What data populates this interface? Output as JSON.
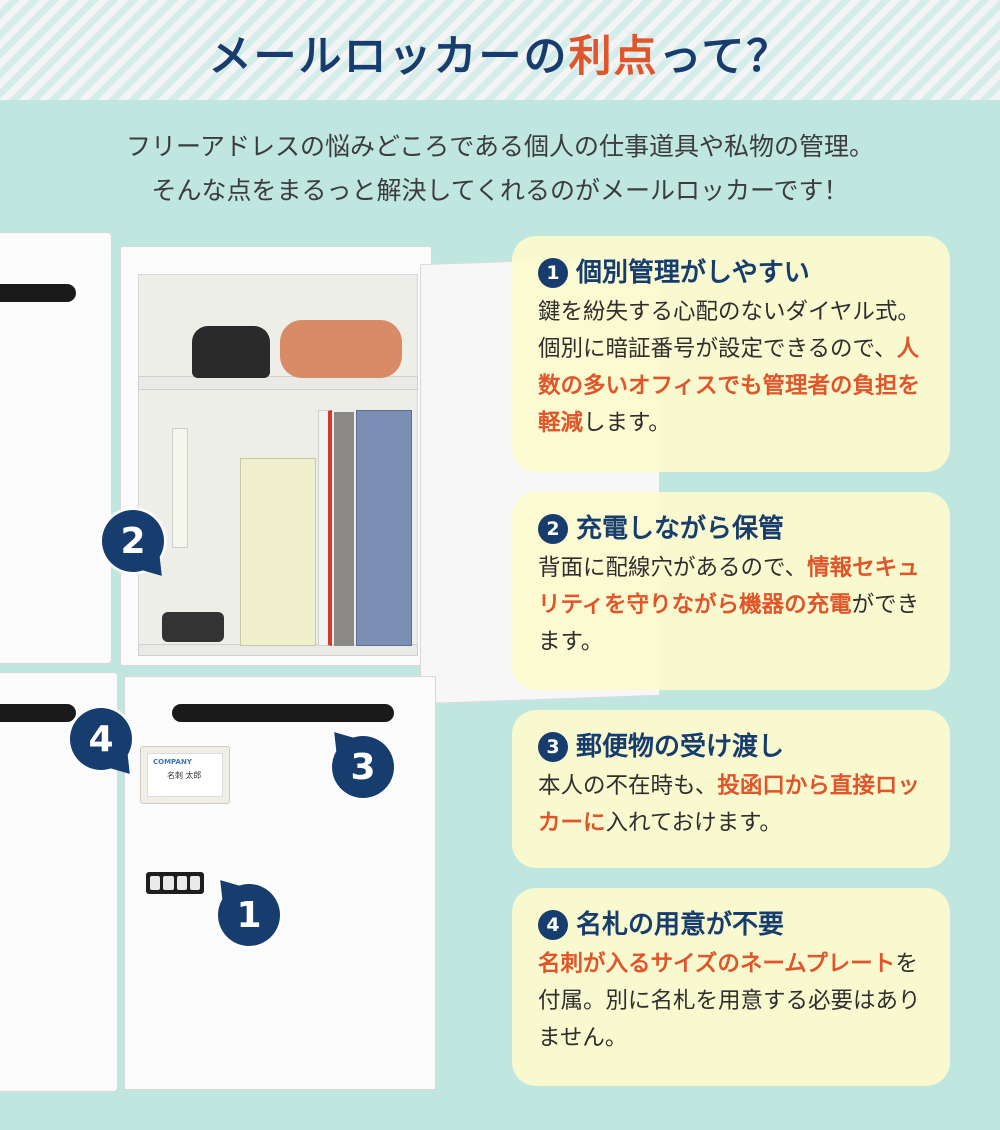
{
  "header": {
    "title_before": "メールロッカーの",
    "title_accent": "利点",
    "title_after": "って？"
  },
  "intro": {
    "line1": "フリーアドレスの悩みどころである個人の仕事道具や私物の管理。",
    "line2": "そんな点をまるっと解決してくれるのがメールロッカーです！"
  },
  "markers": [
    "2",
    "4",
    "3",
    "1"
  ],
  "nameplate": {
    "company": "COMPANY",
    "name": "名刺 太郎"
  },
  "features": [
    {
      "num": "1",
      "title": "個別管理がしやすい",
      "body_a": "鍵を紛失する心配のないダイヤル式。個別に暗証番号が設定できるので、",
      "body_hl": "人数の多いオフィスでも管理者の負担を軽減",
      "body_b": "します。"
    },
    {
      "num": "2",
      "title": "充電しながら保管",
      "body_a": "背面に配線穴があるので、",
      "body_hl": "情報セキュリティを守りながら機器の充電",
      "body_b": "ができます。"
    },
    {
      "num": "3",
      "title": "郵便物の受け渡し",
      "body_a": "本人の不在時も、",
      "body_hl": "投函口から直接ロッカーに",
      "body_b": "入れておけます。"
    },
    {
      "num": "4",
      "title": "名札の用意が不要",
      "body_a": "",
      "body_hl": "名刺が入るサイズのネームプレート",
      "body_b": "を付属。別に名札を用意する必要はありません。"
    }
  ],
  "colors": {
    "navy": "#173c6e",
    "accent": "#e0552a",
    "background": "#bfe6df",
    "card": "#fcface"
  }
}
